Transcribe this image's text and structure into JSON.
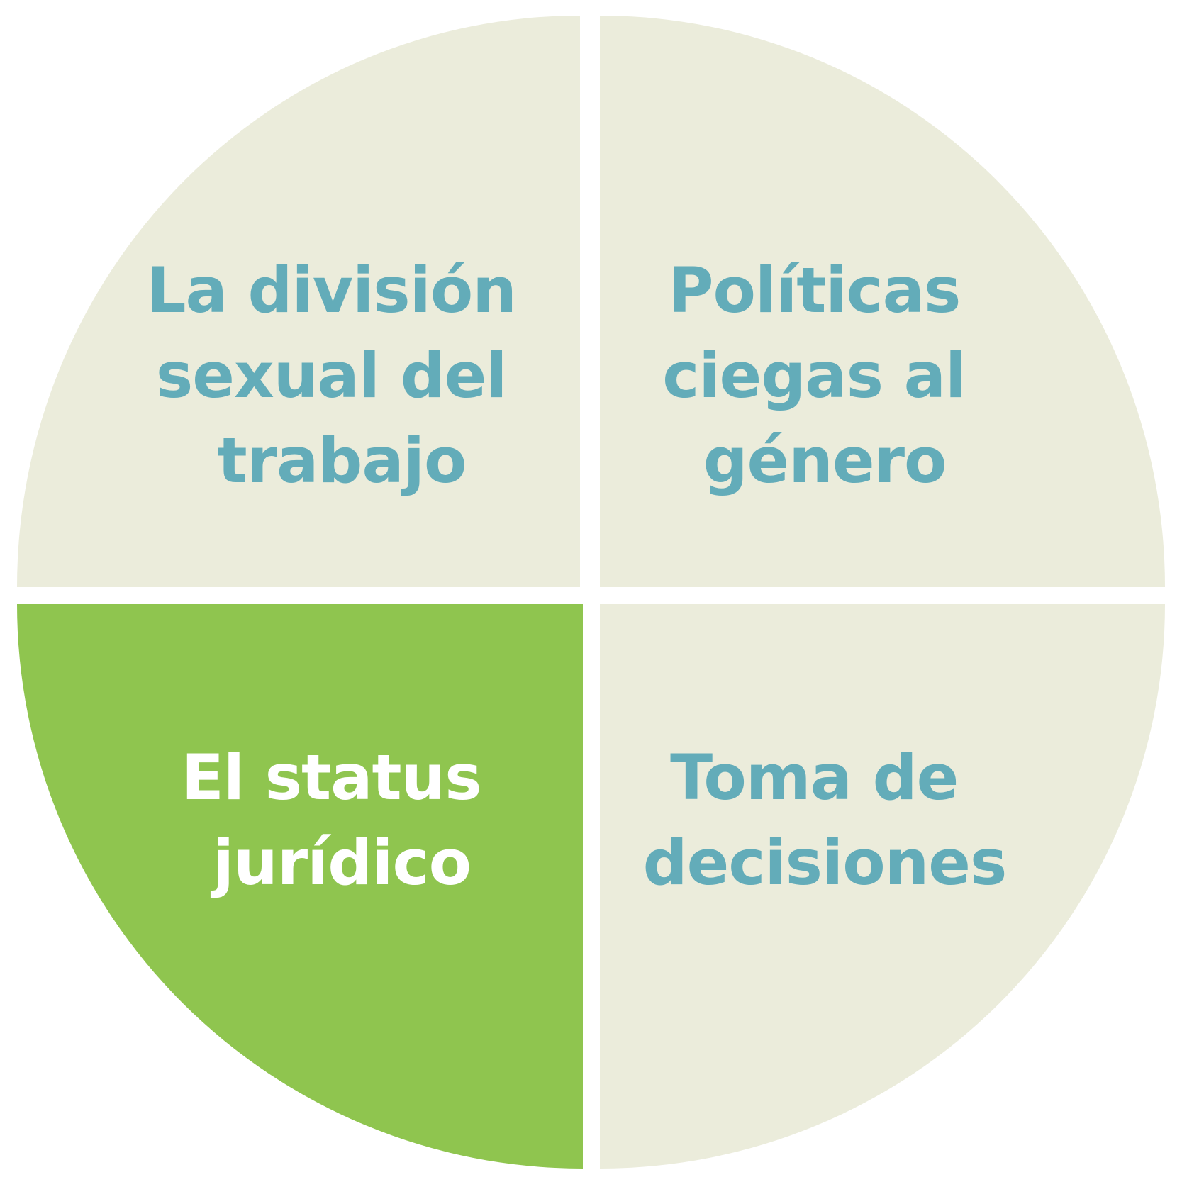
{
  "diagram": {
    "colors": {
      "background": "#ffffff",
      "quadrant_fill": "#ebecdb",
      "highlight_fill": "#8fc54f",
      "label_text": "#63acb9",
      "highlight_text": "#ffffff"
    },
    "quadrants": [
      {
        "id": "top-left",
        "highlighted": false,
        "lines": [
          "La división",
          "sexual del",
          "trabajo"
        ]
      },
      {
        "id": "top-right",
        "highlighted": false,
        "lines": [
          "Políticas",
          "ciegas al",
          "género"
        ]
      },
      {
        "id": "bottom-left",
        "highlighted": true,
        "lines": [
          "El status",
          "jurídico"
        ]
      },
      {
        "id": "bottom-right",
        "highlighted": false,
        "lines": [
          "Toma de",
          "decisiones"
        ]
      }
    ]
  }
}
